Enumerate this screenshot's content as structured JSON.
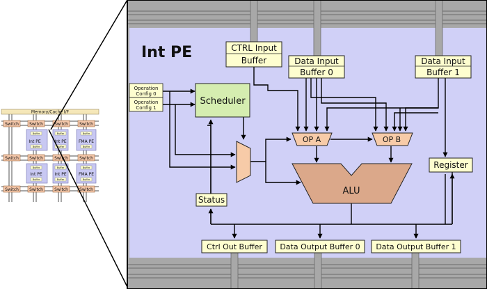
{
  "overview": {
    "bus_label": "Memory/Cache I/F",
    "switch_label": "Switch",
    "buffer_label": "Buffer",
    "int_pe_label": "Int PE",
    "fma_pe_label": "FMA PE"
  },
  "detail": {
    "title": "Int PE",
    "ctrl_input_buffer": [
      "CTRL Input",
      "Buffer"
    ],
    "data_input_buffer_0": [
      "Data Input",
      "Buffer 0"
    ],
    "data_input_buffer_1": [
      "Data Input",
      "Buffer 1"
    ],
    "op_config_0": [
      "Operation",
      "Config 0"
    ],
    "op_config_1": [
      "Operation",
      "Config 1"
    ],
    "scheduler": "Scheduler",
    "op_a": "OP A",
    "op_b": "OP B",
    "alu": "ALU",
    "register": "Register",
    "status": "Status",
    "ctrl_out_buffer": "Ctrl Out Buffer",
    "data_output_buffer_0": "Data Output Buffer 0",
    "data_output_buffer_1": "Data Output Buffer 1"
  },
  "colors": {
    "pe_background": "#d0d0f7",
    "bus_gray": "#a8a8a8",
    "buffer_fill": "#fefecf",
    "scheduler_fill": "#d5edb0",
    "alu_fill": "#dba88a",
    "mux_fill": "#f7cba8",
    "switch_fill": "#f2c5a8"
  }
}
